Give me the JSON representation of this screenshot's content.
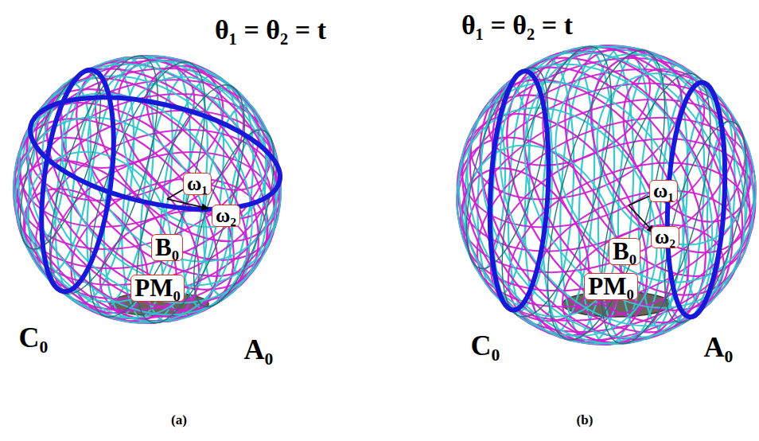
{
  "diagram": {
    "nodes": [
      {
        "text": [
          "ω₁"
        ]
      },
      {
        "text": [
          "ω₂"
        ]
      },
      {
        "text": [
          "B₀"
        ]
      },
      {
        "text": [
          "PM₀"
        ]
      },
      {
        "text": [
          "ω₁"
        ]
      },
      {
        "text": [
          "ω₂"
        ]
      },
      {
        "text": [
          "B₀"
        ]
      },
      {
        "text": [
          "PM₀"
        ]
      }
    ],
    "labels": [
      "θ₁ = θ₂ = t",
      "θ₁ = θ₂ = t",
      "C₀",
      "A₀",
      "C₀",
      "A₀",
      "(a)",
      "(b)"
    ]
  }
}
